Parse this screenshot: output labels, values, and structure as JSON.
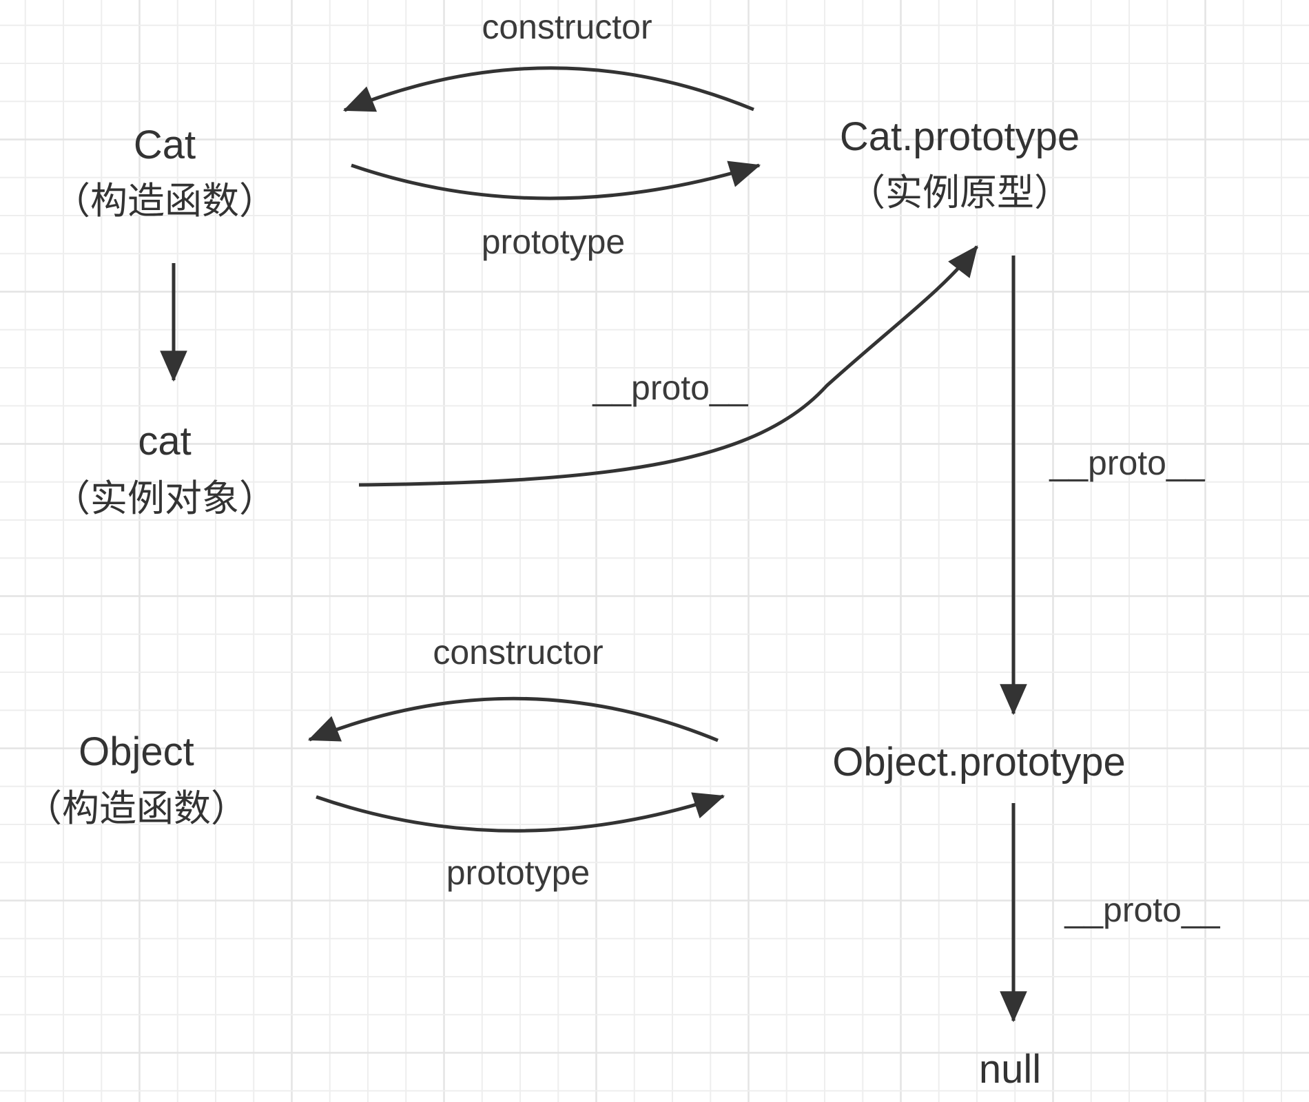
{
  "diagram": {
    "title": "JavaScript prototype chain",
    "nodes": {
      "cat_constructor": {
        "name": "Cat",
        "sub": "（构造函数）"
      },
      "cat_prototype": {
        "name": "Cat.prototype",
        "sub": "（实例原型）"
      },
      "cat_instance": {
        "name": "cat",
        "sub": "（实例对象）"
      },
      "object_constructor": {
        "name": "Object",
        "sub": "（构造函数）"
      },
      "object_prototype": {
        "name": "Object.prototype"
      },
      "null_node": {
        "name": "null"
      }
    },
    "edges": {
      "cat_prototype_to_cat_constructor": {
        "label": "constructor",
        "from": "Cat.prototype",
        "to": "Cat"
      },
      "cat_constructor_to_cat_prototype": {
        "label": "prototype",
        "from": "Cat",
        "to": "Cat.prototype"
      },
      "cat_constructor_to_cat_instance": {
        "label": "",
        "from": "Cat",
        "to": "cat"
      },
      "cat_instance_to_cat_prototype": {
        "label": "__proto__",
        "from": "cat",
        "to": "Cat.prototype"
      },
      "cat_prototype_to_object_prototype": {
        "label": "__proto__",
        "from": "Cat.prototype",
        "to": "Object.prototype"
      },
      "object_prototype_to_object_constructor": {
        "label": "constructor",
        "from": "Object.prototype",
        "to": "Object"
      },
      "object_constructor_to_object_prototype": {
        "label": "prototype",
        "from": "Object",
        "to": "Object.prototype"
      },
      "object_prototype_to_null": {
        "label": "__proto__",
        "from": "Object.prototype",
        "to": "null"
      }
    },
    "colors": {
      "ink": "#333333",
      "grid": "#eeeeee",
      "background": "#ffffff"
    }
  }
}
